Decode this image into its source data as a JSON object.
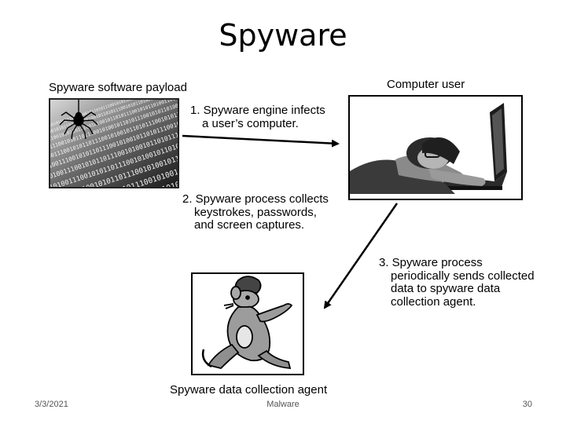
{
  "slide": {
    "title": "Spyware",
    "labels": {
      "payload": "Spyware software payload",
      "user": "Computer user",
      "agent": "Spyware data collection agent"
    },
    "steps": [
      {
        "first": "1. Spyware engine infects",
        "rest": "a user’s computer."
      },
      {
        "first": "2. Spyware process collects",
        "rest": "keystrokes, passwords, and screen captures."
      },
      {
        "first": "3. Spyware process",
        "rest": "periodically sends collected data to spyware data collection agent."
      }
    ],
    "binary_text": "1011010011100101011011100101001011010111001010110100110101110010100110101011100101101001110010101101",
    "footer": {
      "date": "3/3/2021",
      "center": "Malware",
      "page": "30"
    }
  }
}
